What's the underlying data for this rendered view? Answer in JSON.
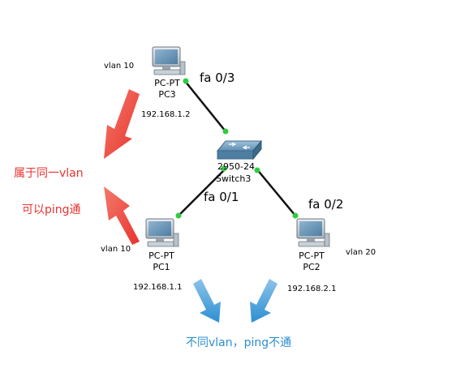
{
  "devices": {
    "pc3": {
      "type_label": "PC-PT",
      "name": "PC3",
      "ip": "192.168.1.2",
      "vlan": "vlan 10"
    },
    "pc1": {
      "type_label": "PC-PT",
      "name": "PC1",
      "ip": "192.168.1.1",
      "vlan": "vlan 10"
    },
    "pc2": {
      "type_label": "PC-PT",
      "name": "PC2",
      "ip": "192.168.2.1",
      "vlan": "vlan 20"
    },
    "switch": {
      "model": "2950-24",
      "name": "Switch3"
    }
  },
  "ports": {
    "pc3": "fa 0/3",
    "pc1": "fa 0/1",
    "pc2": "fa 0/2"
  },
  "annotations": {
    "same_vlan": "属于同一vlan",
    "can_ping": "可以ping通",
    "diff_vlan": "不同vlan，ping不通"
  },
  "colors": {
    "red_note": "#e8332e",
    "blue_note": "#2c8fd2",
    "link": "#111111",
    "link_dot": "#2ecc40"
  }
}
